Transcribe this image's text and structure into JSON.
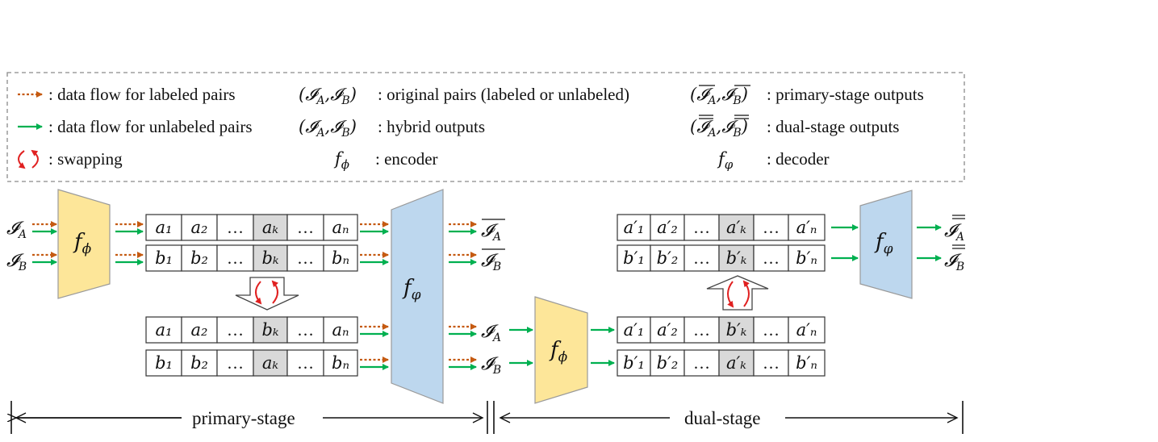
{
  "legend": {
    "labeled_flow": ": data flow for labeled pairs",
    "unlabeled_flow": ": data flow for unlabeled pairs",
    "swapping": ": swapping",
    "original_pairs_sym": "(𝓘A, 𝓘B)",
    "original_pairs": ": original pairs (labeled or unlabeled)",
    "hybrid_sym": "(𝓘̈A, 𝓘̈B)",
    "hybrid": ": hybrid outputs",
    "encoder_sym": "fϕ",
    "encoder": ": encoder",
    "primary_sym": "(𝓘A, 𝓘B)",
    "primary": ": primary-stage outputs",
    "dual_sym": "(𝓘A, 𝓘B)",
    "dual": ": dual-stage outputs",
    "decoder_sym": "fφ",
    "decoder": ": decoder"
  },
  "colors": {
    "labeled": "#c55a11",
    "unlabeled": "#00b050",
    "encoder_fill": "#fde699",
    "decoder_fill": "#bdd7ee",
    "highlight": "#d9d9d9",
    "swap": "#e02020"
  },
  "inputs": {
    "a": "𝓘",
    "a_sub": "A",
    "b": "𝓘",
    "b_sub": "B"
  },
  "encoder_label": "f",
  "encoder_sub": "ϕ",
  "decoder_label": "f",
  "decoder_sub": "φ",
  "rows": {
    "p1": [
      "a₁",
      "a₂",
      "…",
      "aₖ",
      "…",
      "aₙ"
    ],
    "p2": [
      "b₁",
      "b₂",
      "…",
      "bₖ",
      "…",
      "bₙ"
    ],
    "p3": [
      "a₁",
      "a₂",
      "…",
      "bₖ",
      "…",
      "aₙ"
    ],
    "p4": [
      "b₁",
      "b₂",
      "…",
      "aₖ",
      "…",
      "bₙ"
    ],
    "d1": [
      "a′₁",
      "a′₂",
      "…",
      "a′ₖ",
      "…",
      "a′ₙ"
    ],
    "d2": [
      "b′₁",
      "b′₂",
      "…",
      "b′ₖ",
      "…",
      "b′ₙ"
    ],
    "d3": [
      "a′₁",
      "a′₂",
      "…",
      "b′ₖ",
      "…",
      "a′ₙ"
    ],
    "d4": [
      "b′₁",
      "b′₂",
      "…",
      "a′ₖ",
      "…",
      "b′ₙ"
    ]
  },
  "stages": {
    "primary": "primary-stage",
    "dual": "dual-stage"
  }
}
